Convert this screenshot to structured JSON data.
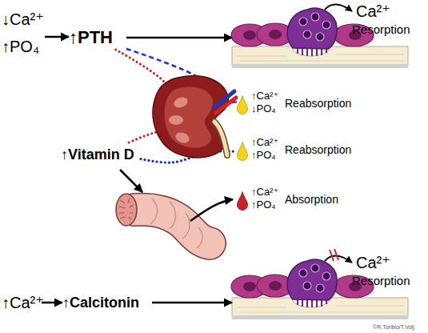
{
  "diagram": {
    "nodes": [
      {
        "text": [
          "↓Ca²⁺",
          "↑PO₄"
        ]
      },
      {
        "text": [
          "↑PTH"
        ]
      },
      {
        "text": [
          "Ca²⁺",
          "Resorption"
        ]
      },
      {
        "text": [
          "↑Ca²⁺",
          "↓PO₄",
          "Reabsorption"
        ]
      },
      {
        "text": [
          "↑Vitamin D"
        ]
      },
      {
        "text": [
          "↑Ca²⁺",
          "↑PO₄",
          "Reabsorption"
        ]
      },
      {
        "text": [
          "↑Ca²⁺",
          "↑PO₄",
          "Absorption"
        ]
      },
      {
        "text": [
          "↑Ca²⁺"
        ]
      },
      {
        "text": [
          "↑Calcitonin"
        ]
      },
      {
        "text": [
          "Ca²⁺",
          "Resorption"
        ]
      }
    ],
    "edges": [
      {
        "from": 0,
        "to": 1,
        "arrow": "to"
      },
      {
        "from": 1,
        "to": 2,
        "arrow": "to"
      },
      {
        "from": 1,
        "to": 3,
        "arrow": "none"
      },
      {
        "from": 1,
        "to": 4,
        "arrow": "none"
      },
      {
        "from": 4,
        "to": 5,
        "arrow": "none"
      },
      {
        "from": 7,
        "to": 8,
        "arrow": "to"
      },
      {
        "from": 8,
        "to": 9,
        "arrow": "to"
      }
    ],
    "labels": [
      "©R.Toribio/T.Votj"
    ]
  }
}
